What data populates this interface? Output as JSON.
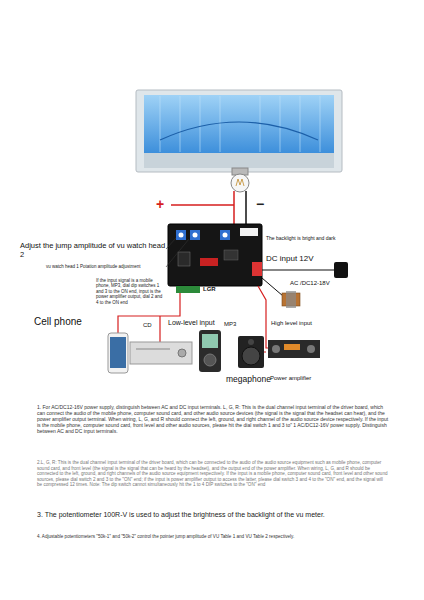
{
  "diagram": {
    "labels": [
      "+",
      "−",
      "Adjust the jump amplitude of vu watch head 2",
      "vu watch head 1 Potation amplitude adjustment",
      "The backlight is bright and dark",
      "DC input 12V",
      "AC /DC12-18V",
      "If the input signal is a mobile phone, MP3, dial dip switches 1 and 3 to the ON end, input is the power amplifier output, dial 2 and 4 to the ON end",
      "LGR",
      "Cell phone",
      "CD",
      "Low-level input",
      "MP3",
      "High level input",
      "megaphone",
      "Power amplifier",
      "1. For AC/DC12-16V power supply, distinguish between AC and DC input terminals. L, G, R: This is the dual channel input terminal of the driver board, which can connect the audio of the mobile phone, computer sound card, and other audio source devices (the signal is the signal that the headset can hear), and the power amplifier output terminal. When wiring, L, G, and R should connect the left, ground, and right channel of the audio source device respectively. If the input is the mobile phone, computer sound card, front level and other audio sources, please hit the dial switch 1 and 3 to\" 1 AC/DC12-16V power supply. Distinguish between AC and DC input terminals.",
      "2.L, G, R: This is the dual channel input terminal of the driver board, which can be connected to the audio of the audio source equipment such as mobile phone, computer sound card, and front level (the signal is the signal that can be heard by the headset), and the output end of the power amplifier. When wiring, L, G, and R should be connected to the left, ground, and right channels of the audio source equipment respectively. If the input is a mobile phone, computer sound card, front level and other sound sources, please dial switch 2 and 3 to the \"ON\" end; if the input is power amplifier output to access the latter, please dial switch 3 and 4 to the \"ON\" end, and the signal will be compressed 12 times. Note: The dip switch cannot simultaneously hit the 1 to 4 DIP switches to the \"ON\" end",
      "3. The potentiometer 100R-V is used to adjust the brightness of the backlight of the vu meter.",
      "4. Adjustable potentiometers \"50k-1\" and \"50k-2\" control the pointer jump amplitude of VU Table 1 and VU Table 2 respectively."
    ]
  }
}
